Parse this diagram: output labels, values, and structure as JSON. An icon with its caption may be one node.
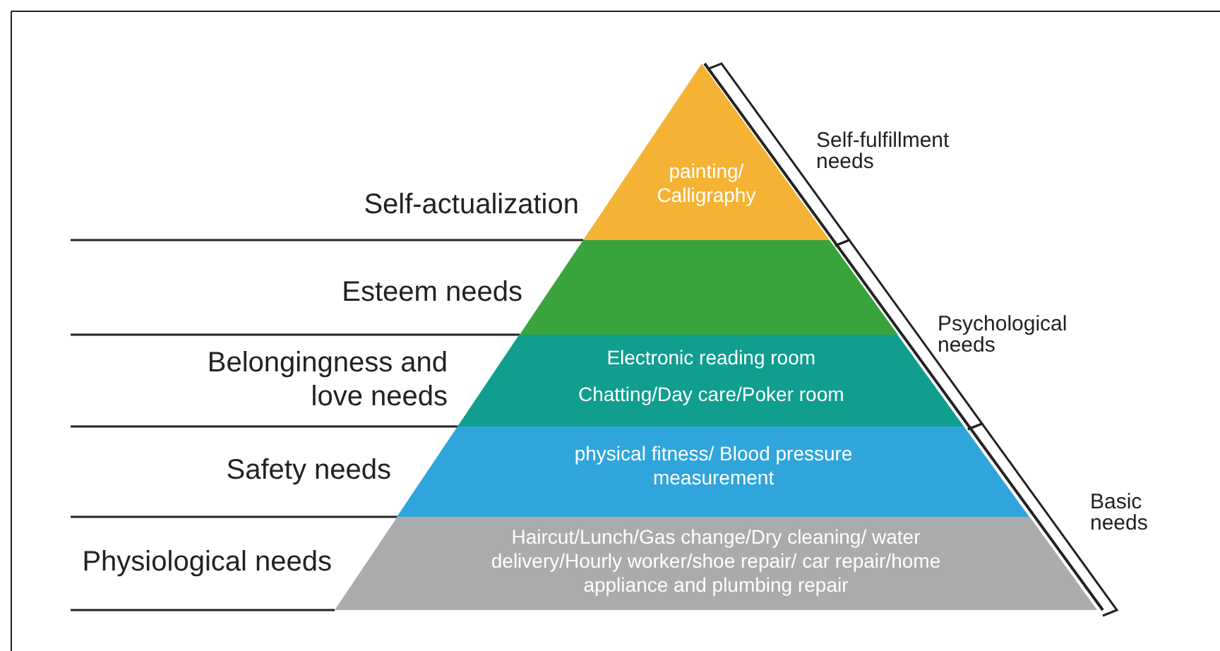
{
  "diagram": {
    "nodes": [
      {
        "text": [
          "painting/ Calligraphy"
        ],
        "beside": [
          "Self-actualization"
        ]
      },
      {
        "text": [],
        "shape": "trapezoid",
        "beside": [
          "Esteem needs"
        ]
      },
      {
        "text": [
          "Electronic reading room",
          "Chatting/Day care/Poker room"
        ],
        "beside": [
          "Belongingness and love needs"
        ]
      },
      {
        "text": [
          "physical fitness/ Blood pressure measurement"
        ],
        "beside": [
          "Safety needs"
        ]
      },
      {
        "text": [
          "Haircut/Lunch/Gas change/Dry cleaning/ water delivery/Hourly worker/shoe repair/ car repair/home appliance and plumbing repair"
        ],
        "beside": [
          "Physiological needs"
        ]
      }
    ],
    "edges": [],
    "labels": [
      "Self-fulfillment needs",
      "Psychological needs",
      "Basic needs"
    ]
  }
}
